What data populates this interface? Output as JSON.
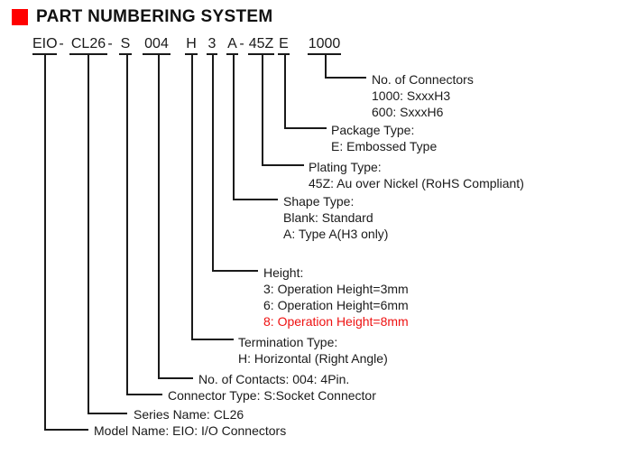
{
  "title": "PART NUMBERING SYSTEM",
  "part_number": {
    "segments": [
      {
        "code": "EIO"
      },
      {
        "code": "CL26"
      },
      {
        "code": "S"
      },
      {
        "code": "004"
      },
      {
        "code": "H"
      },
      {
        "code": "3"
      },
      {
        "code": "A"
      },
      {
        "code": "45Z"
      },
      {
        "code": "E"
      },
      {
        "code": "1000"
      }
    ],
    "separator": "-"
  },
  "callouts": [
    {
      "field": "No. of Connectors",
      "code": "1000",
      "lines": [
        "No. of Connectors",
        "1000: SxxxH3",
        "600: SxxxH6"
      ]
    },
    {
      "field": "Package Type",
      "code": "E",
      "lines": [
        "Package Type:",
        "E: Embossed Type"
      ]
    },
    {
      "field": "Plating Type",
      "code": "45Z",
      "lines": [
        "Plating Type:",
        "45Z: Au over Nickel (RoHS Compliant)"
      ]
    },
    {
      "field": "Shape Type",
      "code": "A",
      "lines": [
        "Shape Type:",
        "Blank: Standard",
        "A: Type A(H3 only)"
      ]
    },
    {
      "field": "Height",
      "code": "3",
      "lines": [
        "Height:",
        "3: Operation Height=3mm",
        "6: Operation Height=6mm",
        "8: Operation Height=8mm"
      ]
    },
    {
      "field": "Termination Type",
      "code": "H",
      "lines": [
        "Termination Type:",
        "H: Horizontal (Right Angle)"
      ]
    },
    {
      "field": "No. of Contacts",
      "code": "004",
      "lines": [
        "No. of Contacts: 004: 4Pin."
      ]
    },
    {
      "field": "Connector Type",
      "code": "S",
      "lines": [
        "Connector Type: S:Socket Connector"
      ]
    },
    {
      "field": "Series Name",
      "code": "CL26",
      "lines": [
        "Series Name: CL26"
      ]
    },
    {
      "field": "Model Name",
      "code": "EIO",
      "lines": [
        "Model Name: EIO: I/O Connectors"
      ]
    }
  ],
  "colors": {
    "accent_red": "#ff0000",
    "highlight_red": "#ee1111",
    "text": "#1a1a1a"
  }
}
